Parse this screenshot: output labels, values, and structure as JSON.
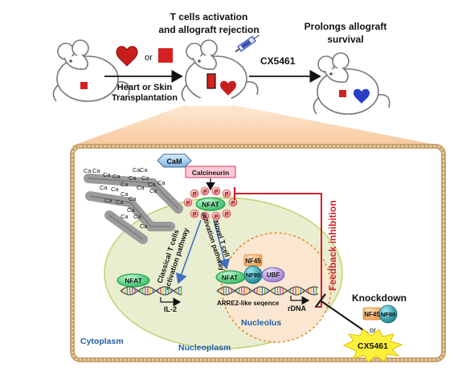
{
  "top": {
    "label_or": "or",
    "transplant_line1": "Heart or Skin",
    "transplant_line2": "Transplantation",
    "activation_line1": "T cells activation",
    "activation_line2": "and allograft rejection",
    "drug": "CX5461",
    "survival_line1": "Prolongs allograft",
    "survival_line2": "survival"
  },
  "cell": {
    "cam": "CaM",
    "calcineurin": "Calcineurin",
    "ca_label": "Ca",
    "p_label": "P",
    "nfat": "NFAT",
    "classical_line1": "Classical T cells",
    "classical_line2": "activation pathway",
    "novel_line1": "Novel T cell",
    "novel_line2": "activation pathway",
    "il2": "IL-2",
    "nf45": "NF45",
    "nf90": "NF90",
    "ubf": "UBF",
    "arre2": "ARRE2-like seqence",
    "rdna": "rDNA",
    "nucleolus": "Nucleolus",
    "nucleoplasm": "Nucleoplasm",
    "cytoplasm": "Cytoplasm",
    "feedback": "Feedback inhibition"
  },
  "side": {
    "knockdown": "Knockdown",
    "nf45": "NF45",
    "nf90": "NF90",
    "or": "or",
    "drug": "CX5461"
  },
  "colors": {
    "feedback_red": "#d21f26",
    "nucleoplasm_fill": "#e9eed0",
    "nucleolus_fill": "#fbe7d1",
    "nfat_green": "#4ee07d",
    "nf90_teal": "#2aa9b8",
    "nf45_orange": "#f6b06a",
    "ubf_purple": "#b49bdc",
    "p_pink": "#f49a9a",
    "label_blue": "#1f5fa8",
    "drug_yellow": "#fff03a"
  }
}
